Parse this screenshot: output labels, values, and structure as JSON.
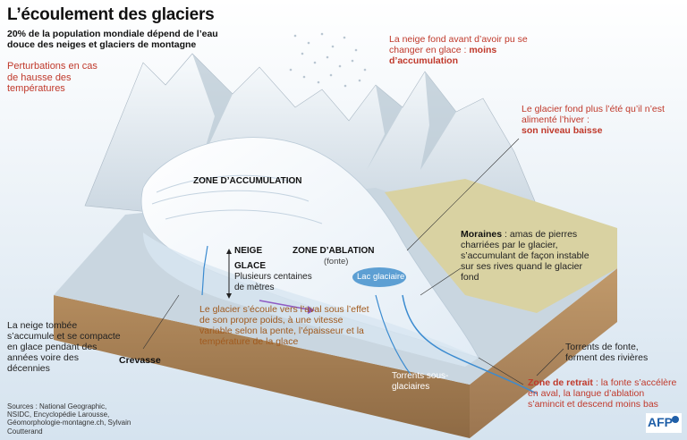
{
  "header": {
    "title": "L’écoulement des glaciers",
    "subtitle": "20% de la population mondiale dépend de l’eau douce des neiges et glaciers de montagne"
  },
  "legend": {
    "perturbations": "Perturbations en cas de hausse des températures"
  },
  "notes": {
    "snow_melt_text": "La neige fond avant d’avoir pu se changer en glace :",
    "snow_melt_bold": "moins d’accumulation",
    "glacier_melt_text": "Le glacier fond plus l’été qu’il n’est alimenté l’hiver :",
    "glacier_melt_bold": "son niveau baisse",
    "moraines_title": "Moraines",
    "moraines_text": "amas de pierres charriées par le glacier, s’accumulant de façon instable sur ses rives quand le glacier fond",
    "retreat_title": "Zone de retrait",
    "retreat_text": "la fonte s’accélère en aval, la langue d’ablation s’amincit et descend moins bas",
    "torrents_fonte": "Torrents de fonte, forment des rivières",
    "torrents_sous": "Torrents sous-glaciaires",
    "snow_falls": "La neige tombée s’accumule et se compacte en glace pendant des années voire des décennies",
    "crevasse": "Crevasse",
    "flow": "Le glacier s’écoule vers l’aval sous l’effet de son propre poids, à une vitesse variable selon la pente, l’épaisseur et la température de la glace"
  },
  "zones": {
    "accumulation": "ZONE D’ACCUMULATION",
    "ablation": "ZONE D’ABLATION",
    "ablation_sub": "(fonte)",
    "neige": "NEIGE",
    "glace": "GLACE",
    "glace_sub": "Plusieurs centaines de mètres",
    "lac": "Lac glaciaire"
  },
  "footer": {
    "sources": "Sources : National Geographic, NSIDC, Encyclopédie Larousse, Géomorphologie-montagne.ch, Sylvain Coutterand",
    "logo": "AFP"
  },
  "colors": {
    "red": "#c0392b",
    "sky": "#dfe9f2",
    "ice": "#eef4fa",
    "earth": "#a9835a",
    "moraine": "#d9d2a2",
    "lake": "#5d9fd3"
  }
}
